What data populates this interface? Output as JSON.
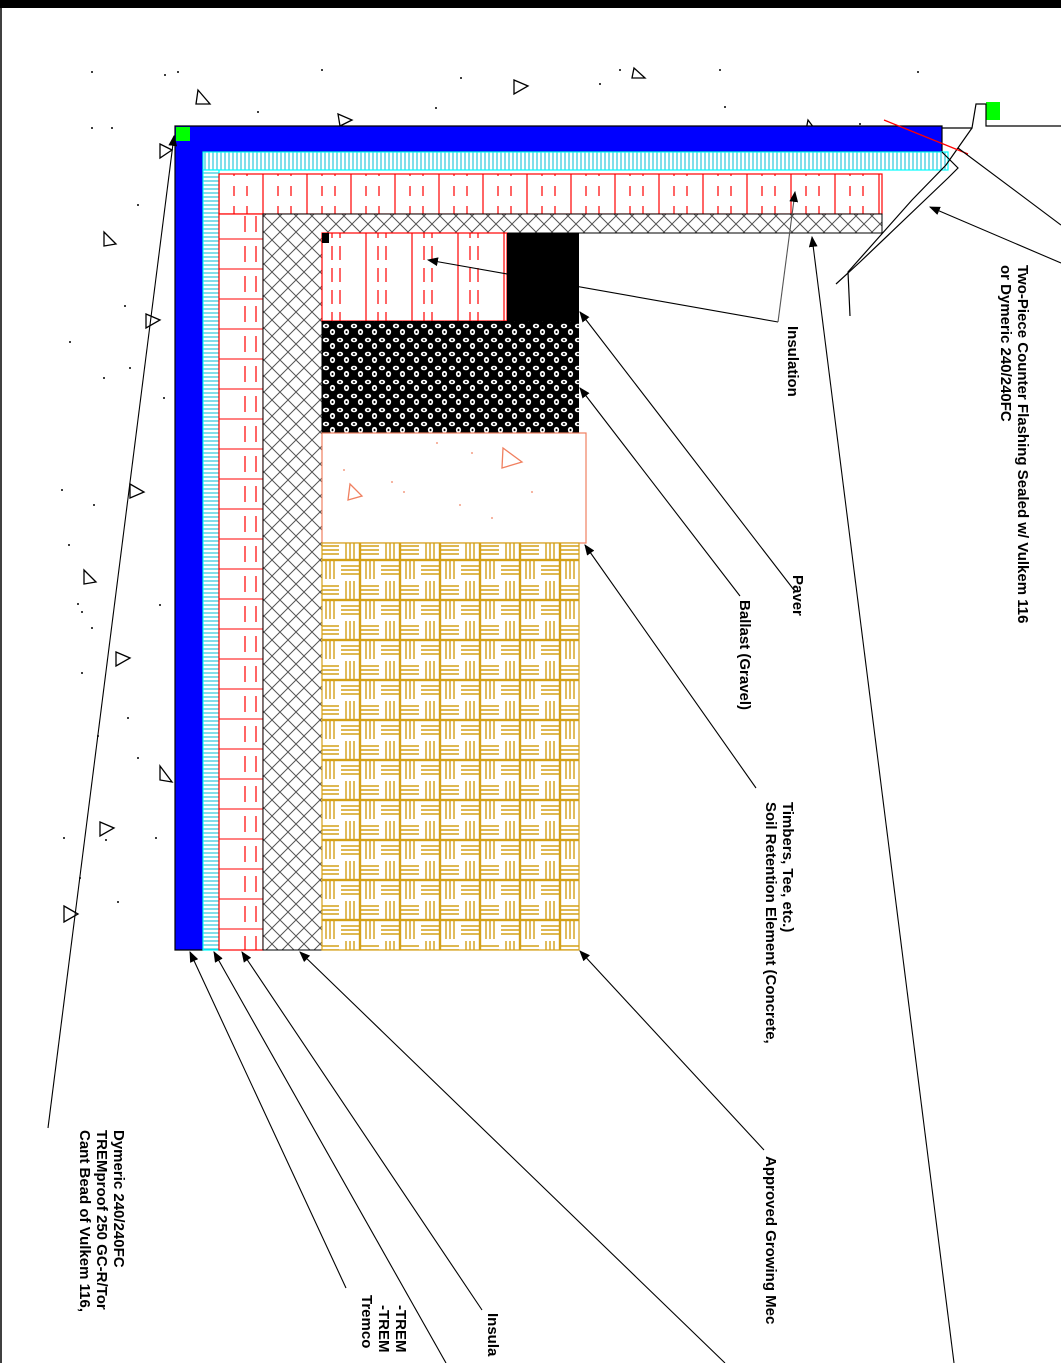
{
  "labels": {
    "counter_flashing": [
      "Two-Piece Counter Flashing Sealed w/ Vulkem 116",
      "or Dymeric 240/240FC"
    ],
    "insulation_top": [
      "Insulation"
    ],
    "paver": [
      "Paver"
    ],
    "ballast": [
      "Ballast (Gravel)"
    ],
    "soil_retention": [
      "Soil Retention Element (Concrete,",
      "Timbers, Tee, etc.)"
    ],
    "growing_media": [
      "Approved Growing Mec"
    ],
    "insulation_bottom": [
      "Insula"
    ],
    "tremco": [
      "Tremco",
      "-TREM",
      "-TREM"
    ],
    "cant_bead": [
      "Cant Bead of Vulkem 116,",
      "TREMproof 250 GC-R/Tor",
      "Dymeric 240/240FC"
    ]
  },
  "colors": {
    "membrane_blue": "#0000ff",
    "cyan_layer": "#00ffff",
    "insulation_red": "#ff0000",
    "growing_media_gold": "#d4a017",
    "sealant_green": "#00ff00",
    "concrete_salmon": "#f08060",
    "hatch_gray": "#555555"
  }
}
